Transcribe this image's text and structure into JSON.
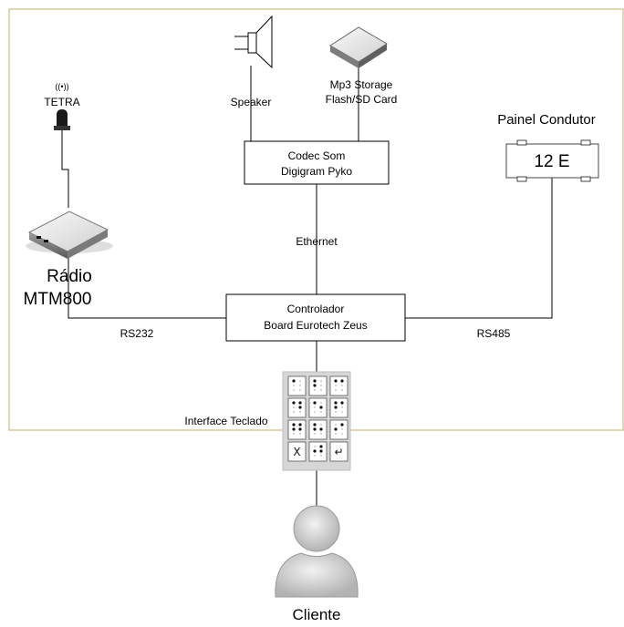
{
  "nodes": {
    "tetra": "TETRA",
    "radio_line1": "Rádio",
    "radio_line2": "MTM800",
    "speaker": "Speaker",
    "mp3_line1": "Mp3 Storage",
    "mp3_line2": "Flash/SD Card",
    "codec_line1": "Codec Som",
    "codec_line2": "Digigram Pyko",
    "painel_title": "Painel Condutor",
    "painel_value": "12 E",
    "controlador_line1": "Controlador",
    "controlador_line2": "Board Eurotech Zeus",
    "interface": "Interface Teclado",
    "cliente": "Cliente"
  },
  "edges": {
    "ethernet": "Ethernet",
    "rs232": "RS232",
    "rs485": "RS485"
  },
  "keypad": {
    "clear_key": "X",
    "enter_key": "↵"
  },
  "colors": {
    "frame": "#d8c7a0",
    "line": "#000000",
    "box_border": "#000000",
    "keypad_bg": "#d6d6d6",
    "person": "#c9c9c9"
  }
}
